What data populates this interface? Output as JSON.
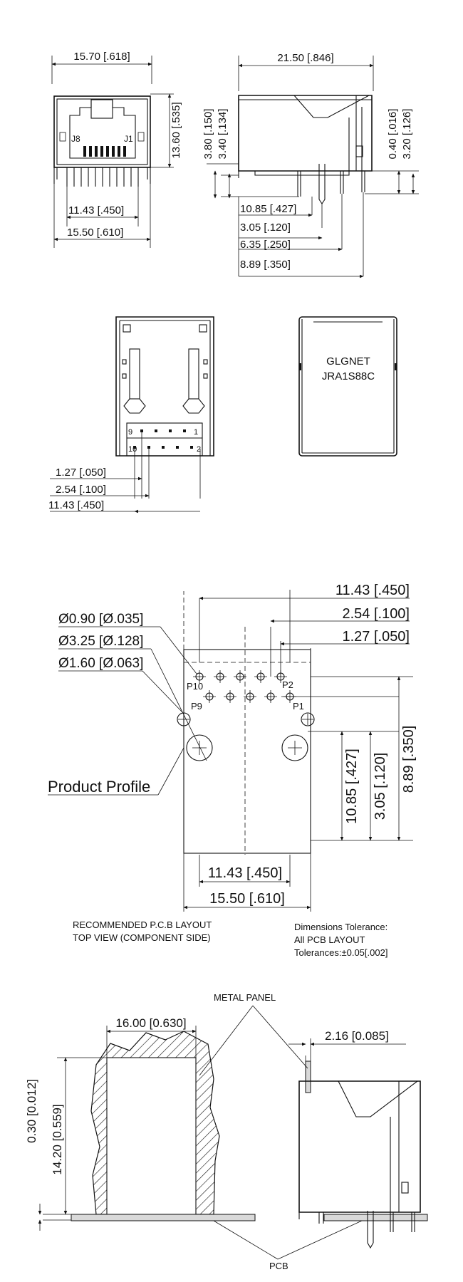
{
  "front_view": {
    "width_top": "15.70 [.618]",
    "height": "13.60 [.535]",
    "jack_left": "J8",
    "jack_right": "J1",
    "pin_span": "11.43 [.450]",
    "width_bottom": "15.50 [.610]"
  },
  "side_view": {
    "depth": "21.50 [.846]",
    "left_dim_a": "3.80 [.150]",
    "left_dim_b": "3.40 [.134]",
    "right_dim_a": "0.40 [.016]",
    "right_dim_b": "3.20 [.126]",
    "dim_1": "10.85 [.427]",
    "dim_2": "3.05 [.120]",
    "dim_3": "6.35 [.250]",
    "dim_4": "8.89 [.350]"
  },
  "bottom_view": {
    "pin_9": "9",
    "pin_1": "1",
    "pin_10": "10",
    "pin_2": "2",
    "pitch": "1.27 [.050]",
    "row_pitch": "2.54 [.100]",
    "span": "11.43 [.450]"
  },
  "top_view": {
    "brand": "GLGNET",
    "part_no": "JRA1S88C"
  },
  "pcb_layout": {
    "span_top": "11.43 [.450]",
    "pitch_top": "2.54 [.100]",
    "half_pitch_top": "1.27 [.050]",
    "hole_small": "Ø0.90 [Ø.035]",
    "hole_large": "Ø3.25 [Ø.128]",
    "hole_mid": "Ø1.60 [Ø.063]",
    "p10": "P10",
    "p2": "P2",
    "p9": "P9",
    "p1": "P1",
    "profile_label": "Product Profile",
    "vdim_1": "10.85 [.427]",
    "vdim_2": "3.05 [.120]",
    "vdim_3": "8.89 [.350]",
    "span_bottom_inner": "11.43 [.450]",
    "span_bottom_outer": "15.50 [.610]",
    "caption_line1": "RECOMMENDED P.C.B LAYOUT",
    "caption_line2": "TOP VIEW (COMPONENT SIDE)",
    "tolerance_line1": "Dimensions Tolerance:",
    "tolerance_line2": "All PCB LAYOUT",
    "tolerance_line3": "Tolerances:±0.05[.002]"
  },
  "panel_view": {
    "metal_panel": "METAL PANEL",
    "cutout_width": "16.00 [0.630]",
    "panel_gap": "2.16 [0.085]",
    "thickness": "0.30 [0.012]",
    "cutout_height": "14.20 [0.559]",
    "pcb_label": "PCB"
  }
}
